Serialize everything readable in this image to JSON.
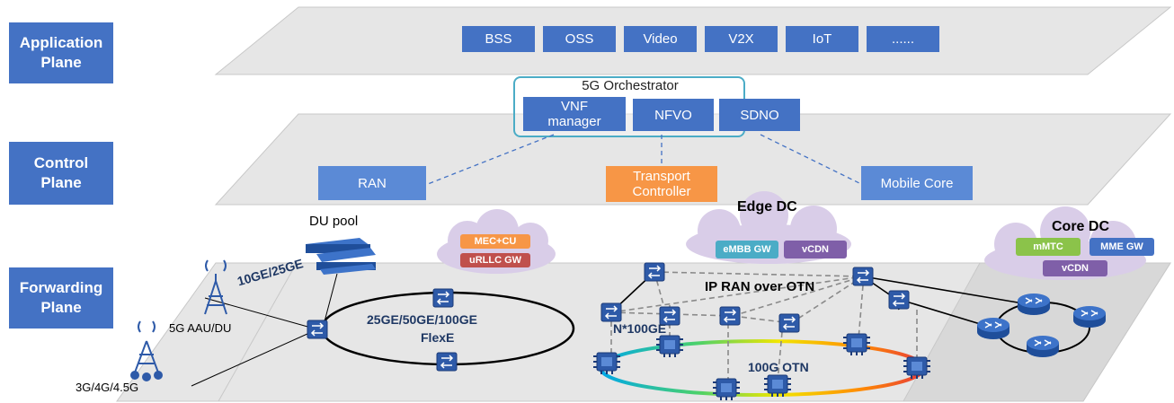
{
  "planes": {
    "application": [
      "Application",
      "Plane"
    ],
    "control": [
      "Control",
      "Plane"
    ],
    "forwarding": [
      "Forwarding",
      "Plane"
    ]
  },
  "application_apps": [
    "BSS",
    "OSS",
    "Video",
    "V2X",
    "IoT",
    "......"
  ],
  "orchestrator": {
    "title": "5G Orchestrator",
    "vnf": [
      "VNF",
      "manager"
    ],
    "nfvo": "NFVO",
    "sdno": "SDNO"
  },
  "controllers": {
    "ran": "RAN",
    "transport": [
      "Transport",
      "Controller"
    ],
    "mobile_core": "Mobile Core"
  },
  "forwarding": {
    "du_pool": "DU pool",
    "link_10ge": "10GE/25GE",
    "aau": "5G AAU/DU",
    "legacy": "3G/4G/4.5G",
    "flexe_line1": "25GE/50GE/100GE",
    "flexe_line2": "FlexE",
    "mec": "MEC+CU",
    "urllc": "uRLLC GW",
    "edge_dc": "Edge DC",
    "embb": "eMBB GW",
    "vcdn": "vCDN",
    "ipran": "IP RAN over OTN",
    "n100ge": "N*100GE",
    "otn": "100G OTN",
    "core_dc": "Core DC",
    "mmtc": "mMTC",
    "mme": "MME GW",
    "core_vcdn": "vCDN"
  },
  "colors": {
    "blue": "#4472c4",
    "orange": "#f79646",
    "purple": "#7f5fa8",
    "green": "#8bc34a",
    "teal": "#4bacc6",
    "red": "#c0504d",
    "plane": "#e6e6e6",
    "cloud": "#d9cde8"
  }
}
